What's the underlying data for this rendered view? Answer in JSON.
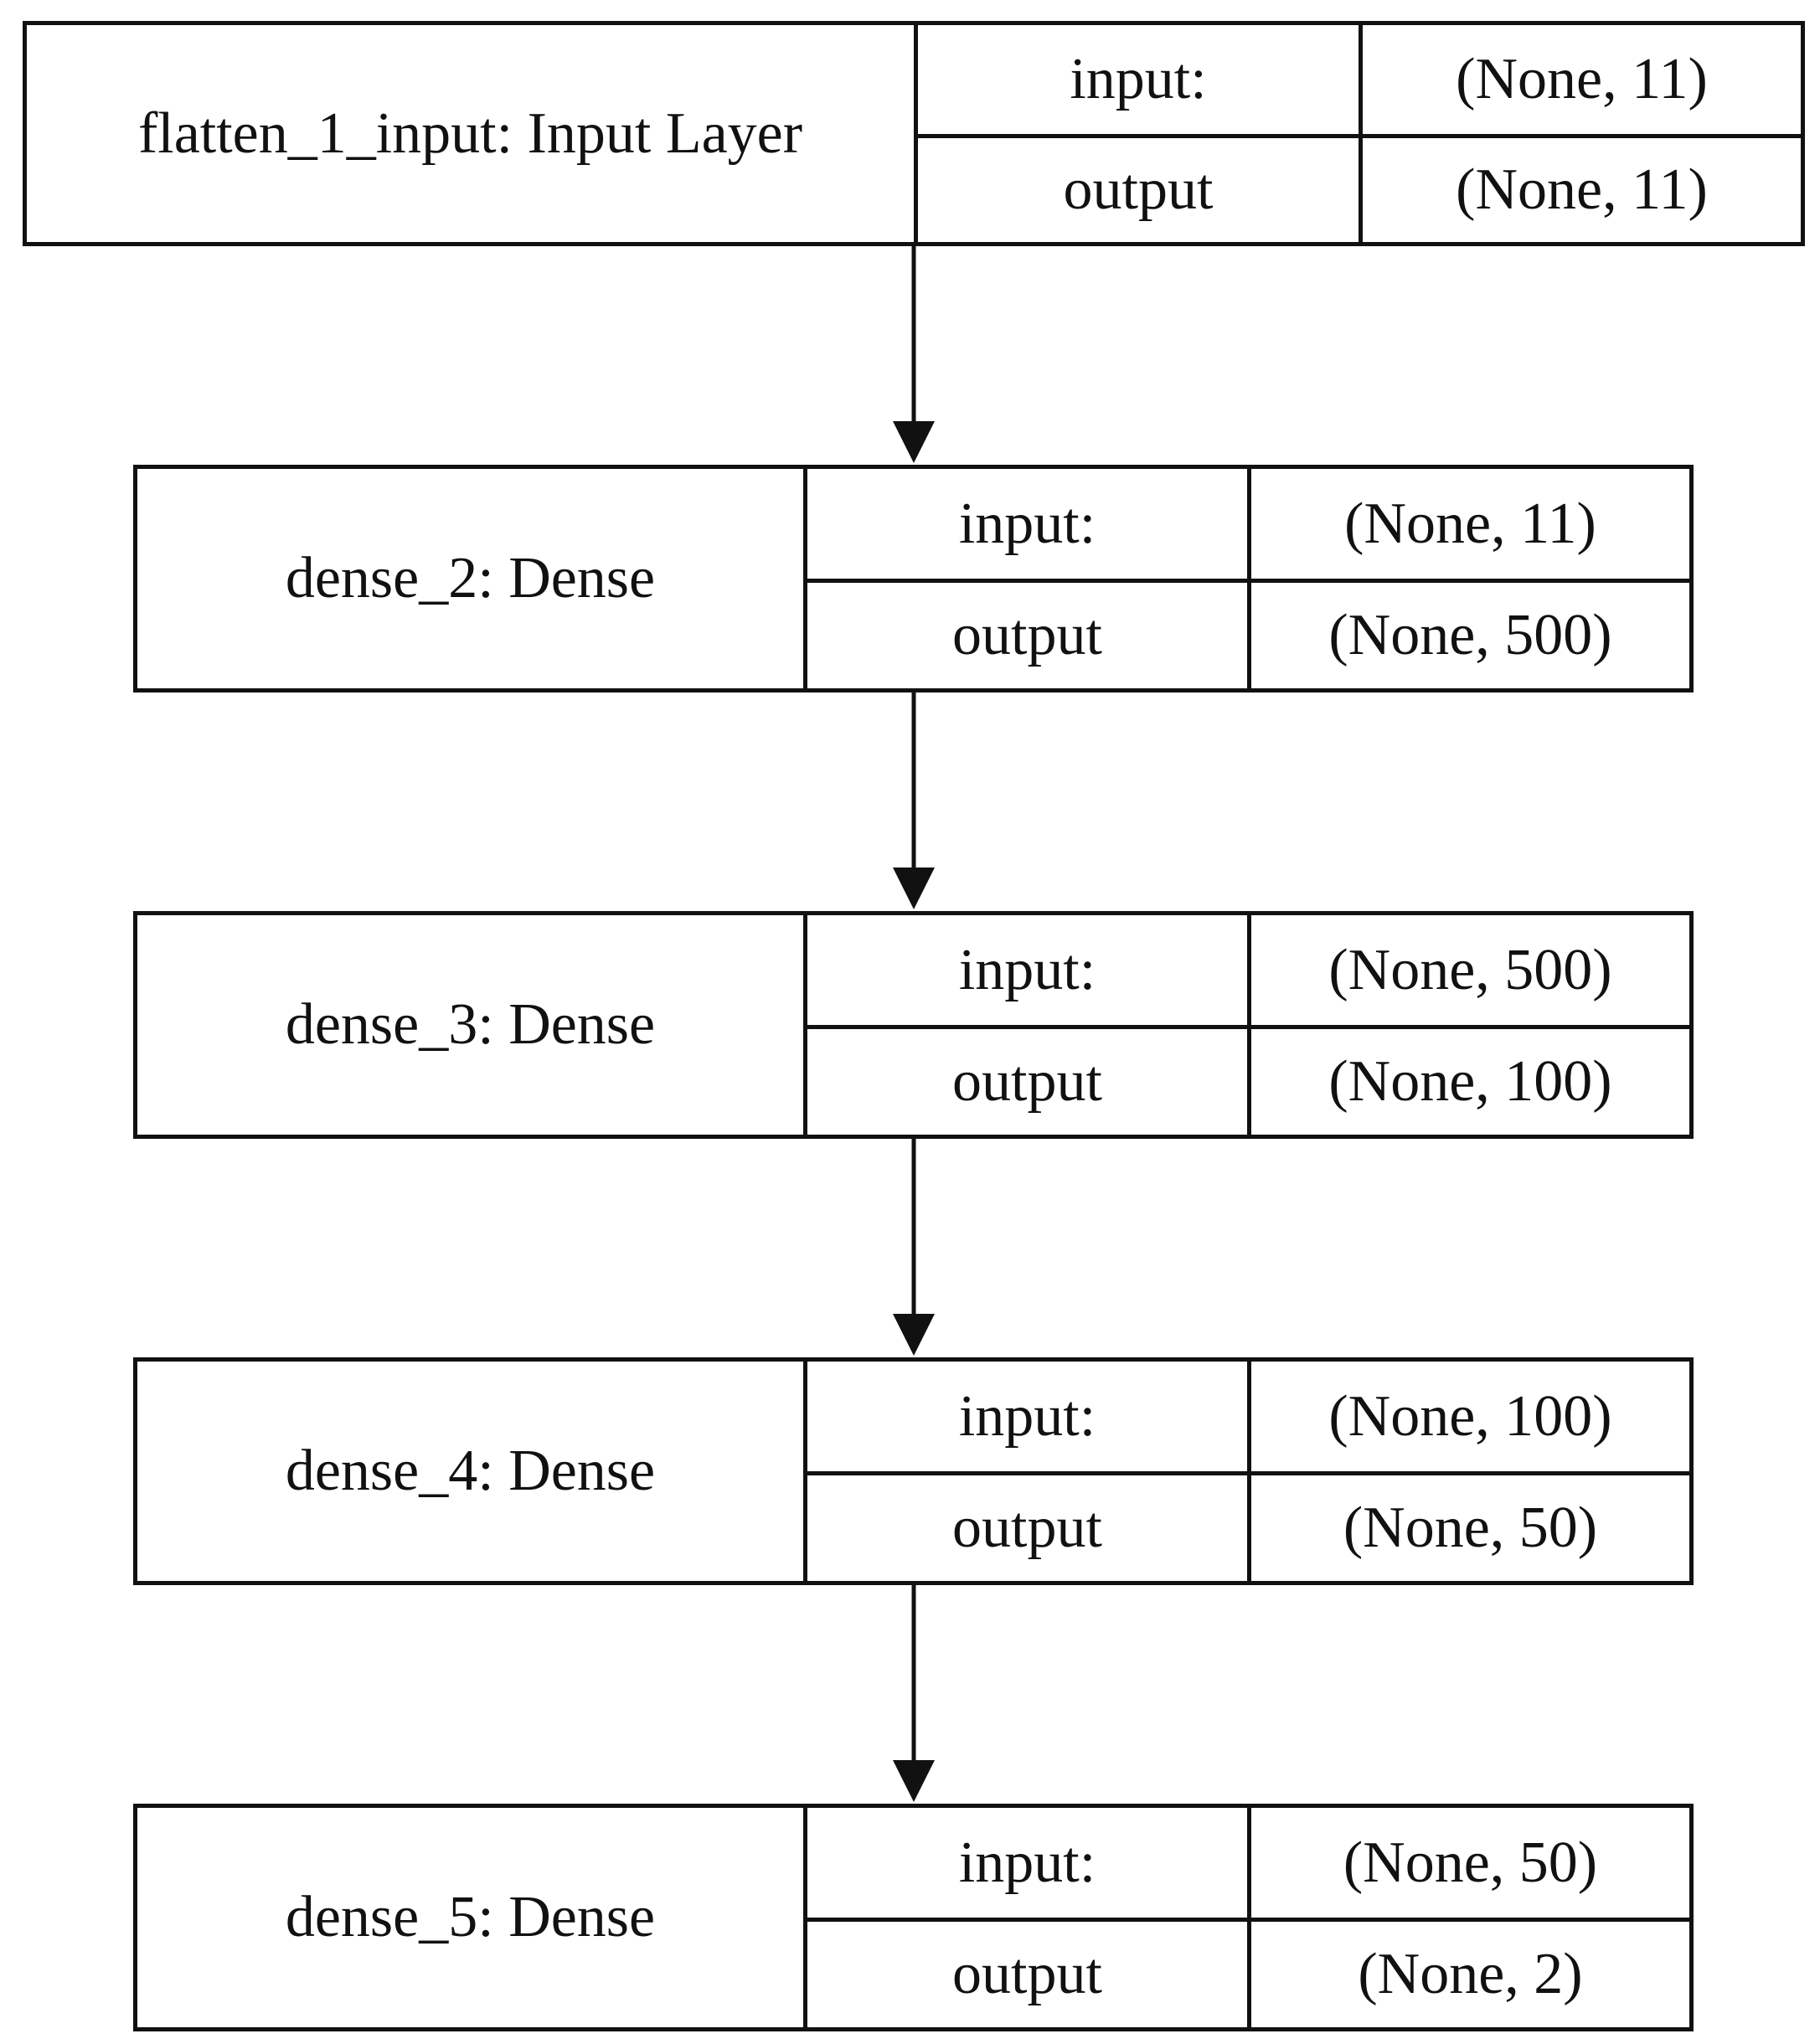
{
  "layers": [
    {
      "name": "flatten_1_input: Input Layer",
      "input_label": "input:",
      "input_shape": "(None, 11)",
      "output_label": "output",
      "output_shape": "(None, 11)"
    },
    {
      "name": "dense_2: Dense",
      "input_label": "input:",
      "input_shape": "(None, 11)",
      "output_label": "output",
      "output_shape": "(None, 500)"
    },
    {
      "name": "dense_3: Dense",
      "input_label": "input:",
      "input_shape": "(None, 500)",
      "output_label": "output",
      "output_shape": "(None, 100)"
    },
    {
      "name": "dense_4: Dense",
      "input_label": "input:",
      "input_shape": "(None, 100)",
      "output_label": "output",
      "output_shape": "(None, 50)"
    },
    {
      "name": "dense_5: Dense",
      "input_label": "input:",
      "input_shape": "(None, 50)",
      "output_label": "output",
      "output_shape": "(None, 2)"
    }
  ],
  "colors": {
    "stroke": "#111111",
    "background": "#ffffff"
  }
}
